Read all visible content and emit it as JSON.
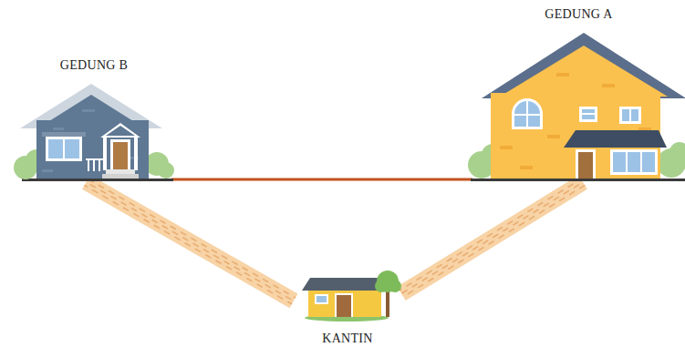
{
  "diagram": {
    "nodes": [
      {
        "text": [
          "GEDUNG B"
        ]
      },
      {
        "text": [
          "GEDUNG A"
        ]
      },
      {
        "text": [
          "KANTIN"
        ]
      }
    ],
    "edges": [
      {
        "from": 0,
        "to": 1,
        "arrow": "none"
      },
      {
        "from": 0,
        "to": 2,
        "arrow": "none"
      },
      {
        "from": 1,
        "to": 2,
        "arrow": "none"
      }
    ]
  }
}
